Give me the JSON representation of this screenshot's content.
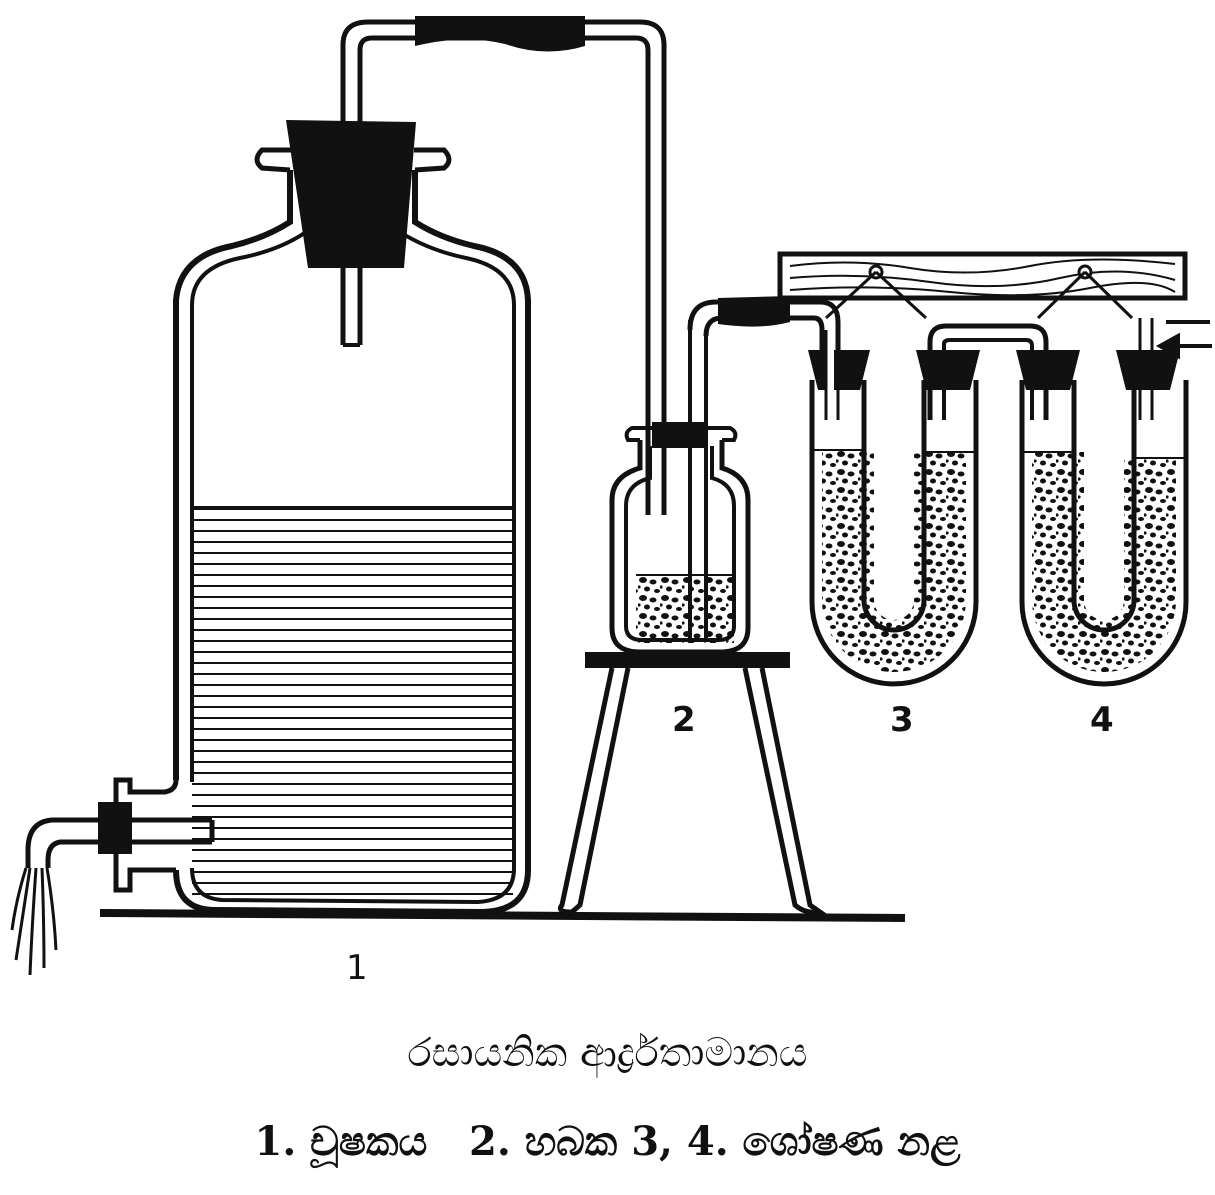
{
  "labels": {
    "n1": "1",
    "n2": "2",
    "n3": "3",
    "n4": "4"
  },
  "caption": {
    "title": "රසායනික ආර්ද්‍රතාමානය",
    "legend": "1. චූෂකය   2. හබක 3, 4. ශෝෂණ නළ"
  }
}
